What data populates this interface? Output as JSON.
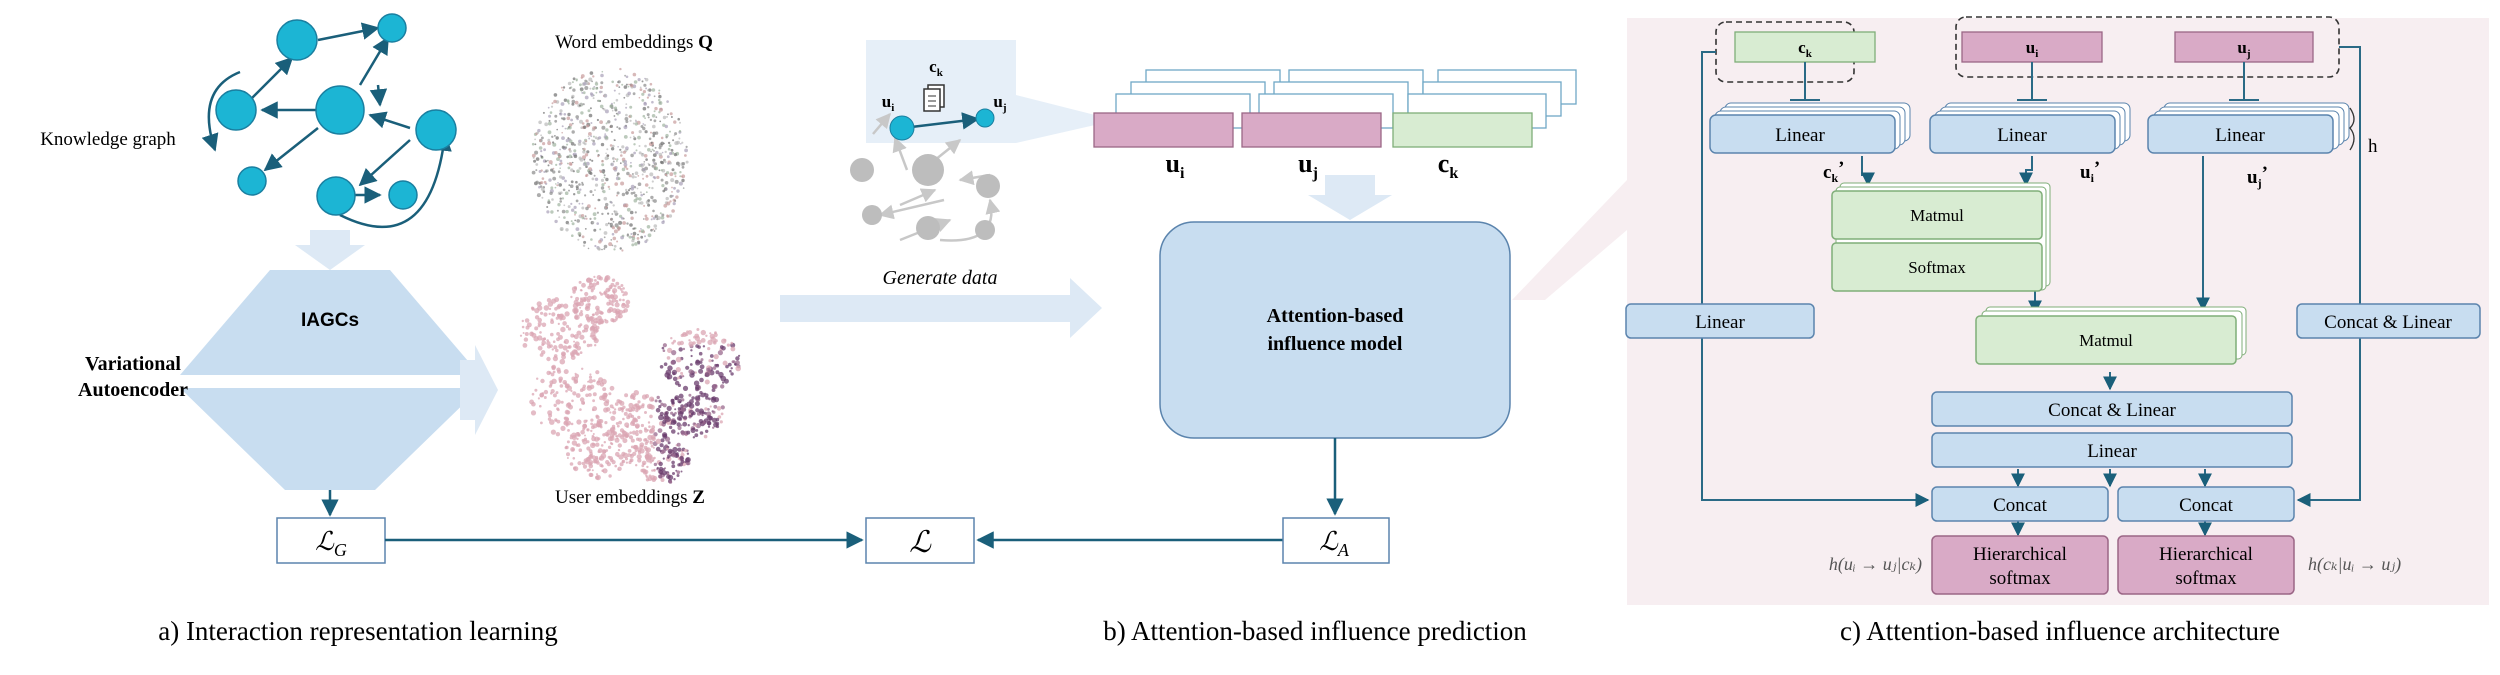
{
  "colors": {
    "node": "#1cb5d4",
    "edge": "#1a5f7a",
    "block_blue": "#c8ddf0",
    "block_stroke": "#5b84ad",
    "green": "#d8ecd2",
    "green_stroke": "#7fae78",
    "pink": "#d9aac6",
    "pink_stroke": "#9b6686",
    "arrow_fill": "#dde9f5",
    "panel_bg": "#f7eef1",
    "line": "#2a6a86"
  },
  "panel_a": {
    "knowledge_graph": "Knowledge graph",
    "word_embeddings": "Word embeddings",
    "word_embeddings_symbol": "Q",
    "user_embeddings": "User embeddings",
    "user_embeddings_symbol": "Z",
    "vae_label_1": "Variational",
    "vae_label_2": "Autoencoder",
    "vae_block": "IAGCs",
    "loss_g": "ℒG",
    "caption": "a)  Interaction representation learning"
  },
  "panel_b": {
    "generate_data": "Generate data",
    "ck": "c",
    "ck_sub": "k",
    "ui": "u",
    "ui_sub": "i",
    "uj": "u",
    "uj_sub": "j",
    "model_line1": "Attention-based",
    "model_line2": "influence model",
    "loss_total": "ℒ",
    "loss_a": "ℒA",
    "caption": "b) Attention-based influence prediction"
  },
  "panel_c": {
    "in_ck": "c",
    "in_ck_sub": "k",
    "in_ui": "u",
    "in_ui_sub": "i",
    "in_uj": "u",
    "in_uj_sub": "j",
    "linear": "Linear",
    "ck_prime": "c",
    "ck_prime_sub": "k",
    "ck_prime_mark": "’",
    "ui_prime": "u",
    "ui_prime_sub": "i",
    "ui_prime_mark": "’",
    "uj_prime": "u",
    "uj_prime_sub": "j",
    "uj_prime_mark": "’",
    "h": "h",
    "matmul": "Matmul",
    "softmax": "Softmax",
    "concat_linear": "Concat & Linear",
    "concat": "Concat",
    "hier_line1": "Hierarchical",
    "hier_line2": "softmax",
    "left_formula": "h(uᵢ → uⱼ|cₖ)",
    "right_formula": "h(cₖ|uᵢ → uⱼ)",
    "caption": "c) Attention-based influence architecture"
  }
}
